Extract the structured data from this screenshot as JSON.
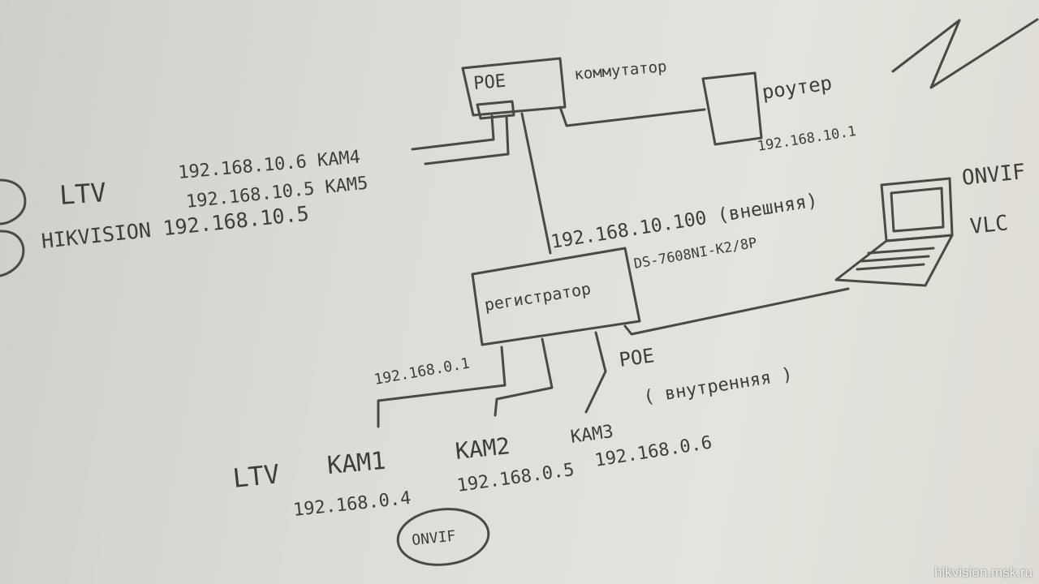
{
  "switch": {
    "box_label": "POE",
    "title": "коммутатор"
  },
  "router": {
    "title": "роутер",
    "ip": "192.168.10.1"
  },
  "cameras_ext": {
    "cam4": "192.168.10.6  КАМ4",
    "cam5": "192.168.10.5  КАМ5",
    "brand_ltv": "LTV",
    "brand_hik": "HIKVISION 192.168.10.5"
  },
  "nvr": {
    "label": "регистратор",
    "model": "DS-7608NI-K2/8P",
    "ext_ip": "192.168.10.100 (внешняя)",
    "int_ip": "192.168.0.1",
    "poe": "POE",
    "poe_note": "( внутренняя )"
  },
  "laptop": {
    "onvif": "ONVIF",
    "vlc": "VLC"
  },
  "cameras_int": {
    "brand": "LTV",
    "cam1": "КАМ1",
    "cam2": "КАМ2",
    "cam3": "КАМ3",
    "ip1": "192.168.0.4",
    "ip2": "192.168.0.5",
    "ip3": "192.168.0.6",
    "onvif": "ONVIF"
  },
  "watermark": "hikvision.msk.ru"
}
